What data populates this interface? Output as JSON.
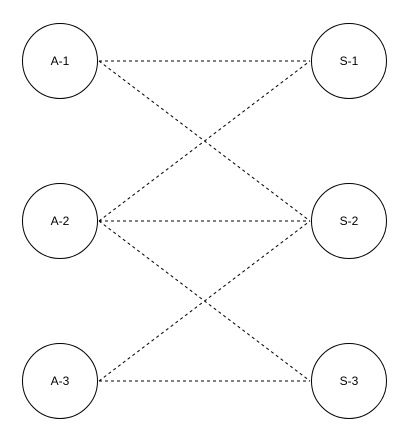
{
  "diagram": {
    "stroke_color": "#000000",
    "background_color": "#ffffff",
    "nodes": [
      {
        "id": "a1",
        "label": "A-1"
      },
      {
        "id": "a2",
        "label": "A-2"
      },
      {
        "id": "a3",
        "label": "A-3"
      },
      {
        "id": "s1",
        "label": "S-1"
      },
      {
        "id": "s2",
        "label": "S-2"
      },
      {
        "id": "s3",
        "label": "S-3"
      }
    ],
    "edges": [
      {
        "from": "a1",
        "to": "s1"
      },
      {
        "from": "a1",
        "to": "s2"
      },
      {
        "from": "a2",
        "to": "s1"
      },
      {
        "from": "a2",
        "to": "s2"
      },
      {
        "from": "a2",
        "to": "s3"
      },
      {
        "from": "a3",
        "to": "s2"
      },
      {
        "from": "a3",
        "to": "s3"
      }
    ]
  }
}
